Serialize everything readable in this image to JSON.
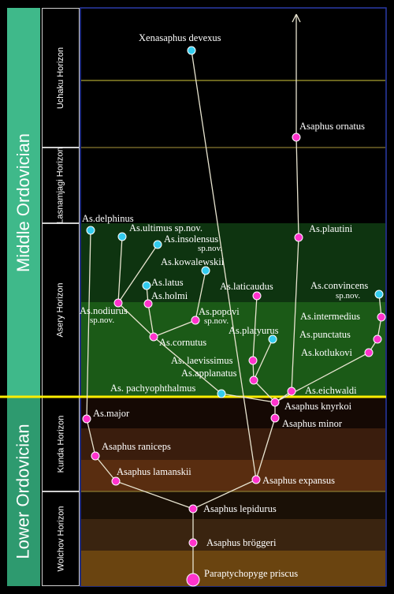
{
  "eras": {
    "middle": "Middle Ordovician",
    "lower": "Lower Ordovician"
  },
  "horizons": {
    "uchaku": "Uchaku Horizon",
    "lasnamjagi": "Lasnamjagi Horizon",
    "asery": "Asery Horizon",
    "kunda": "Kunda Horizon",
    "wolchov": "Wolchov Horizon"
  },
  "taxa": {
    "xenasaphus_devexus": "Xenasaphus devexus",
    "asaphus_ornatus": "Asaphus ornatus",
    "as_delphinus": "As.delphinus",
    "as_ultimus": "As.ultimus sp.nov.",
    "as_insolensus": "As.insolensus",
    "as_insolensus_note": "sp.nov.",
    "as_kowalewskii": "As.kowalewskii",
    "as_plautini": "As.plautini",
    "as_latus": "As.latus",
    "as_holmi": "As.holmi",
    "as_laticaudus": "As.laticaudus",
    "as_convincens": "As.convincens",
    "as_convincens_note": "sp.nov.",
    "as_nodiurus": "As.nodiurus",
    "as_nodiurus_note": "sp.nov.",
    "as_popovi": "As.popovi",
    "as_popovi_note": "sp.nov.",
    "as_intermedius": "As.intermedius",
    "as_punctatus": "As.punctatus",
    "as_cornutus": "As.cornutus",
    "as_platyurus": "As.platyurus",
    "as_kotlukovi": "As.kotlukovi",
    "as_laevissimus": "As. laevissimus",
    "as_applanatus": "As.applanatus",
    "as_pachyophthalmus": "As. pachyophthalmus",
    "as_eichwaldi": "As.eichwaldi",
    "asaphus_knyrkoi": "Asaphus knyrkoi",
    "as_major": "As.major",
    "asaphus_minor": "Asaphus minor",
    "asaphus_raniceps": "Asaphus raniceps",
    "asaphus_lamanskii": "Asaphus lamanskii",
    "asaphus_expansus": "Asaphus expansus",
    "asaphus_lepidurus": "Asaphus lepidurus",
    "asaphus_broggeri": "Asaphus bröggeri",
    "paraptychopyge_priscus": "Paraptychopyge priscus"
  },
  "colors": {
    "descendant_node": "#ff33cc",
    "terminal_node": "#33ccee",
    "branch_line": "#e8e4d0",
    "boundary_line": "#ffee00",
    "horizon_line": "#a8a030",
    "middle_era": "#3fb98a",
    "lower_era": "#2e9a6f",
    "asery_band_dark": "#0f3a10",
    "asery_band_light": "#1d5c18",
    "kunda_band": "#3a1e0e",
    "kunda_band_light": "#5a2e10",
    "wolchov_band": "#2a1a08",
    "wolchov_band_light": "#6a4010"
  }
}
